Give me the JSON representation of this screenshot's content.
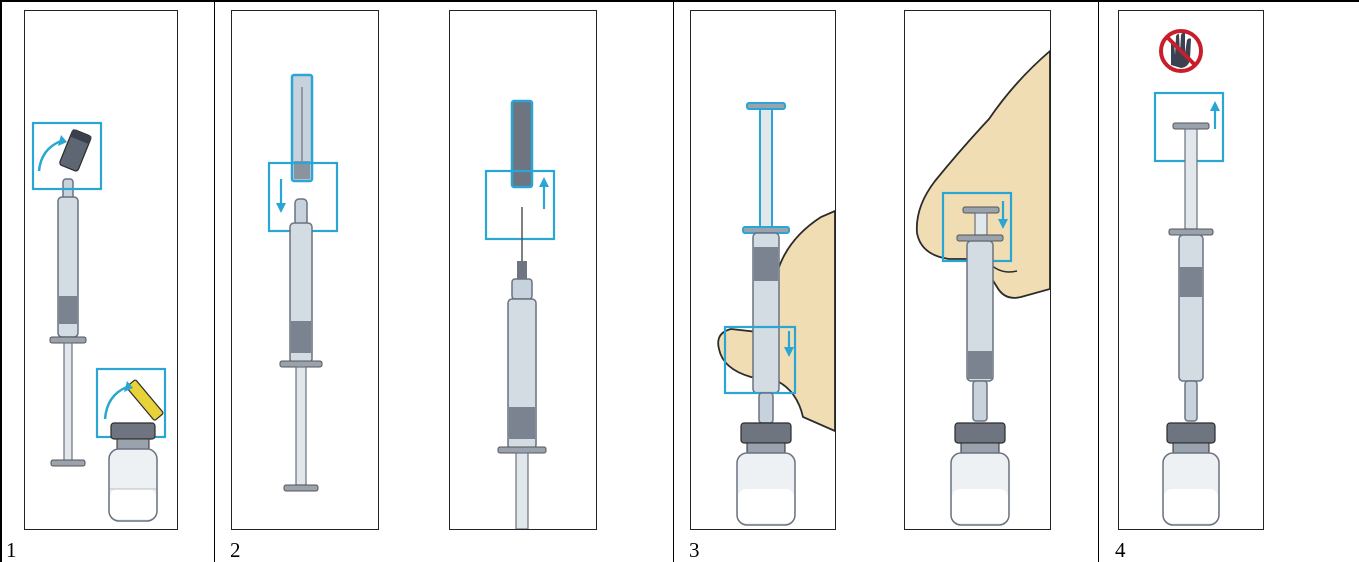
{
  "steps": [
    {
      "number": "1"
    },
    {
      "number": "2"
    },
    {
      "number": "3"
    },
    {
      "number": "4"
    }
  ],
  "colors": {
    "highlight": "#2aa6d4",
    "syringe_body": "#c8d2dc",
    "syringe_outline": "#6a7280",
    "plunger": "#9aa3ad",
    "skin": "#f0ddb4",
    "skin_outline": "#2b2b2b",
    "yellow_cap": "#e8d23a",
    "vial_cap": "#6e7480",
    "no_touch_red": "#c81e2c",
    "hand_dark": "#3b4150"
  },
  "icons": [
    "cap-removal-arrow-icon",
    "down-arrow-icon",
    "up-arrow-icon",
    "no-touch-hand-icon"
  ]
}
